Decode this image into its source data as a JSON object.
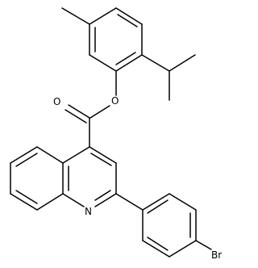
{
  "atoms": {
    "ester_oxygen": "O",
    "carbonyl_oxygen": "O",
    "ring_nitrogen": "N",
    "bromine": "Br"
  },
  "colors": {
    "background": "#ffffff",
    "bond": "#000000",
    "label": "#000000"
  }
}
